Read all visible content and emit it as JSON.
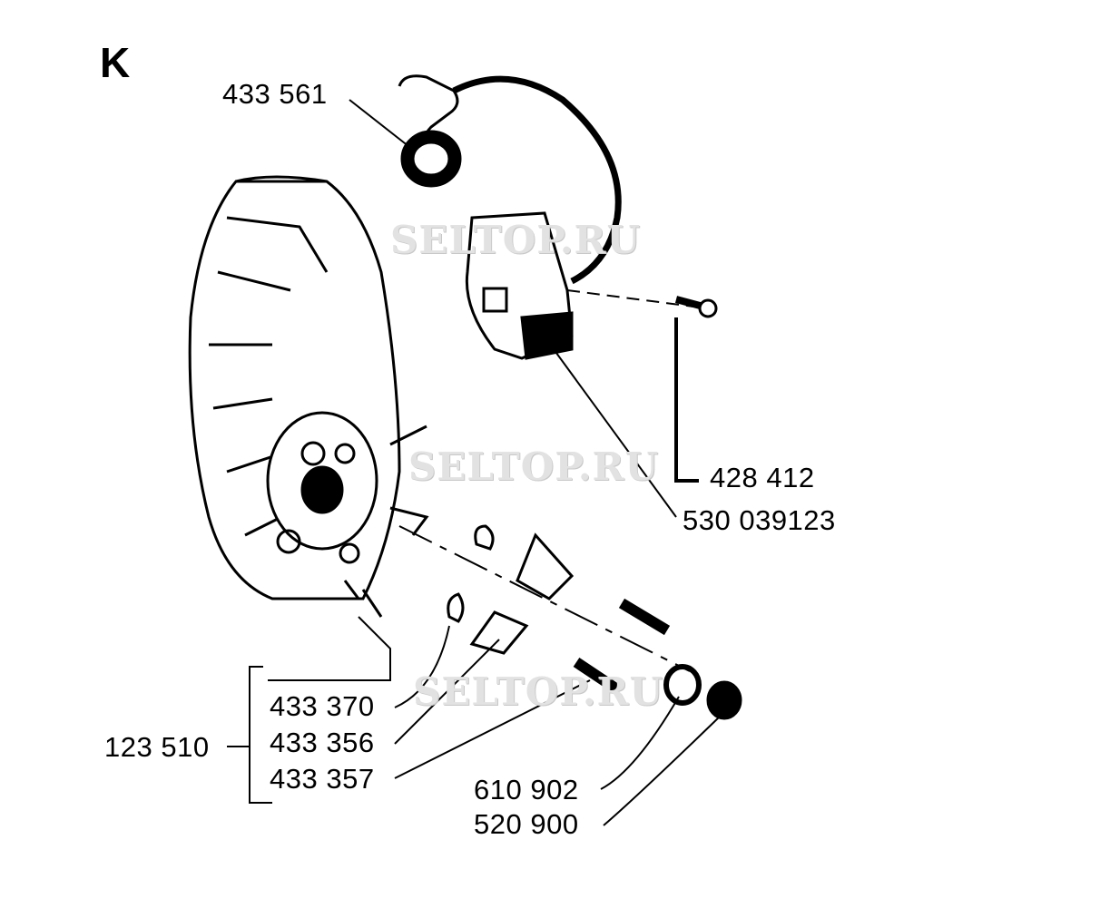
{
  "section_letter": "K",
  "watermarks": [
    "SELTOP.RU",
    "SELTOP.RU",
    "SELTOP.RU"
  ],
  "parts": {
    "spark_plug_cap": "433 561",
    "screw": "428 412",
    "ignition_module": "530 039123",
    "flywheel_assembly": "123 510",
    "pawl": "433 370",
    "spring": "433 356",
    "pin": "433 357",
    "washer": "610 902",
    "nut": "520 900"
  }
}
